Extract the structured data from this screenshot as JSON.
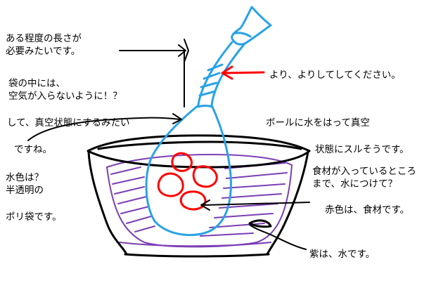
{
  "colors": {
    "ink": "#000000",
    "bag": "#29a3e6",
    "food": "#ff0000",
    "water": "#7b3fb5",
    "arrow_red": "#ff0000"
  },
  "labels": {
    "length": {
      "line1": "ある程度の長さが",
      "line2": "必要みたいです。"
    },
    "twist": "より、よりしてしてください。",
    "no_air": {
      "line1": "袋の中には、",
      "line2": "空気が入らないように！？"
    },
    "vacuum": {
      "line1": "して、真空状態にするみたい",
      "line2": "ですね。"
    },
    "bowl_water": {
      "line1": "ボールに水をはって真空",
      "line2": "状態にスルそうです。"
    },
    "dip": {
      "line1": "食材が入っているところ",
      "line2": "まで、水につけて？"
    },
    "bag_color": {
      "line1": "水色は？",
      "line2": "半透明の",
      "line3": "ポリ袋です。"
    },
    "food_color": "赤色は、食材です。",
    "water_color": "紫は、水です。"
  }
}
